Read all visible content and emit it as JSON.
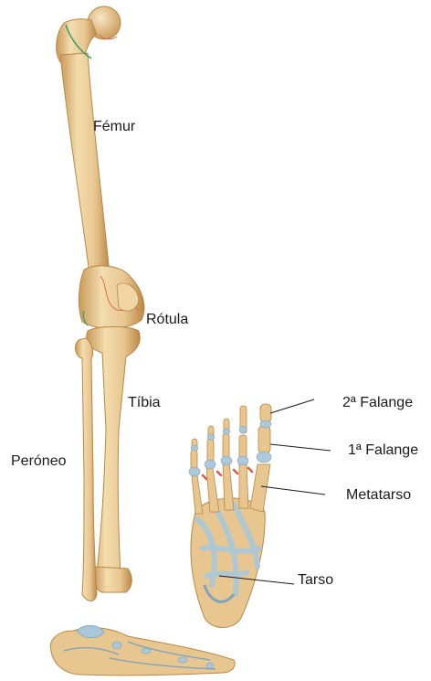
{
  "labels": {
    "femur": "Fémur",
    "patella": "Rótula",
    "tibia": "Tíbia",
    "fibula": "Peróneo",
    "phalanx2": "2ª Falange",
    "phalanx1": "1ª Falange",
    "metatarsus": "Metatarso",
    "tarsus": "Tarso"
  },
  "colors": {
    "bone": "#e8c690",
    "bone_dark": "#c99a58",
    "bone_light": "#f6e2bb",
    "ligament": "#a9c7da",
    "ligament_dark": "#7ea3bc",
    "leader_line": "#1a1a1a",
    "cartilage_line": "#e05a4a",
    "green_line": "#3fa06a"
  }
}
